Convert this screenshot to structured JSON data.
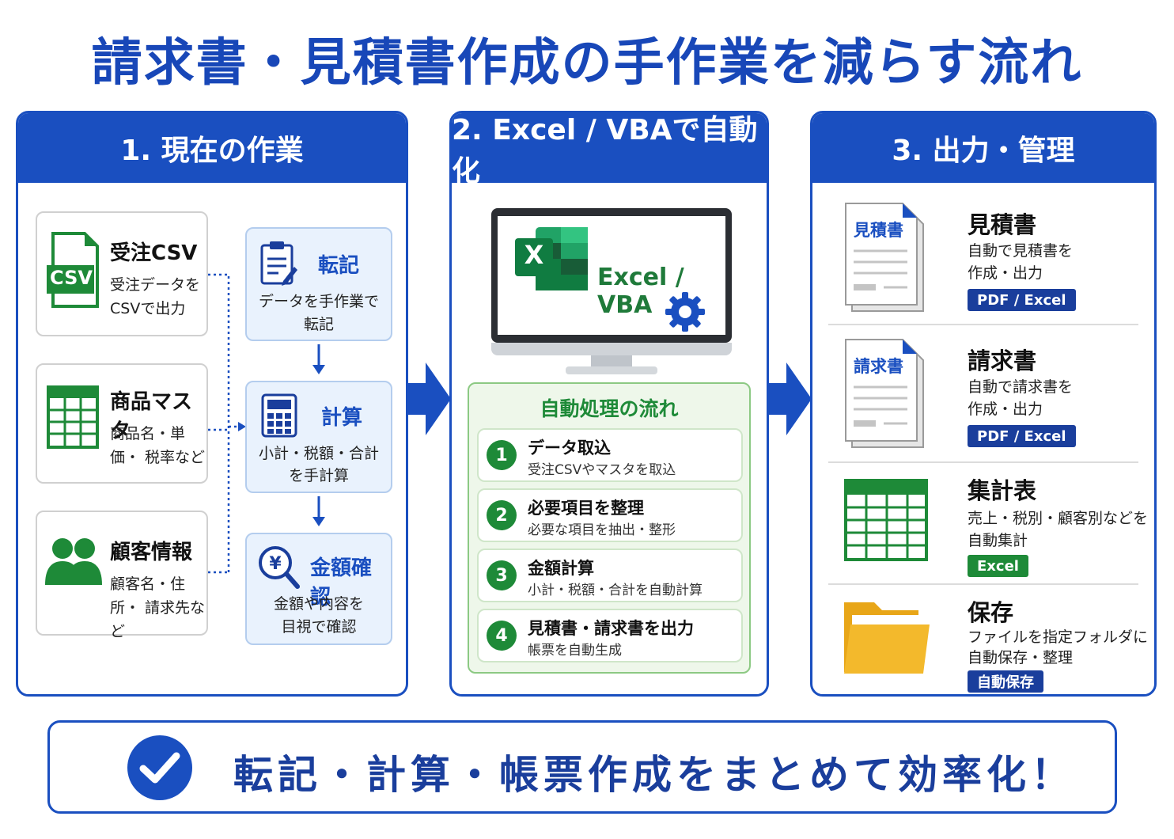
{
  "title": "請求書・見積書作成の手作業を減らす流れ",
  "colors": {
    "primary_blue": "#1a4fc0",
    "excel_green": "#1e8a38",
    "folder_yellow": "#f3b92c",
    "light_blue_box": "#e9f2fd",
    "light_green_box": "#eef7ea"
  },
  "panel1": {
    "header": "1. 現在の作業",
    "sources": [
      {
        "title": "受注CSV",
        "desc": "受注データを CSVで出力",
        "icon": "csv-file-icon",
        "icon_label": "CSV"
      },
      {
        "title": "商品マスタ",
        "desc": "商品名・単価・ 税率など",
        "icon": "spreadsheet-icon"
      },
      {
        "title": "顧客情報",
        "desc": "顧客名・住所・ 請求先など",
        "icon": "people-icon"
      }
    ],
    "steps": [
      {
        "title": "転記",
        "desc_line1": "データを手作業で",
        "desc_line2": "転記",
        "icon": "clipboard-icon"
      },
      {
        "title": "計算",
        "desc_line1": "小計・税額・合計",
        "desc_line2": "を手計算",
        "icon": "calculator-icon"
      },
      {
        "title": "金額確認",
        "desc_line1": "金額や内容を",
        "desc_line2": "目視で確認",
        "icon": "yen-magnifier-icon"
      }
    ]
  },
  "panel2": {
    "header": "2. Excel / VBAで自動化",
    "monitor_label": "Excel / VBA",
    "excel_logo_letter": "X",
    "flow_title": "自動処理の流れ",
    "steps": [
      {
        "num": "1",
        "title": "データ取込",
        "desc": "受注CSVやマスタを取込"
      },
      {
        "num": "2",
        "title": "必要項目を整理",
        "desc": "必要な項目を抽出・整形"
      },
      {
        "num": "3",
        "title": "金額計算",
        "desc": "小計・税額・合計を自動計算"
      },
      {
        "num": "4",
        "title": "見積書・請求書を出力",
        "desc": "帳票を自動生成"
      }
    ]
  },
  "panel3": {
    "header": "3. 出力・管理",
    "items": [
      {
        "doc_label": "見積書",
        "title": "見積書",
        "desc_line1": "自動で見積書を",
        "desc_line2": "作成・出力",
        "badge": "PDF / Excel",
        "icon": "estimate-document-icon"
      },
      {
        "doc_label": "請求書",
        "title": "請求書",
        "desc_line1": "自動で請求書を",
        "desc_line2": "作成・出力",
        "badge": "PDF / Excel",
        "icon": "invoice-document-icon"
      },
      {
        "title": "集計表",
        "desc_line1": "売上・税別・顧客別などを",
        "desc_line2": "自動集計",
        "badge": "Excel",
        "icon": "spreadsheet-icon"
      },
      {
        "title": "保存",
        "desc_line1": "ファイルを指定フォルダに",
        "desc_line2": "自動保存・整理",
        "badge": "自動保存",
        "icon": "folder-icon"
      }
    ]
  },
  "banner": {
    "text": "転記・計算・帳票作成をまとめて効率化！",
    "icon": "check-circle-icon"
  }
}
